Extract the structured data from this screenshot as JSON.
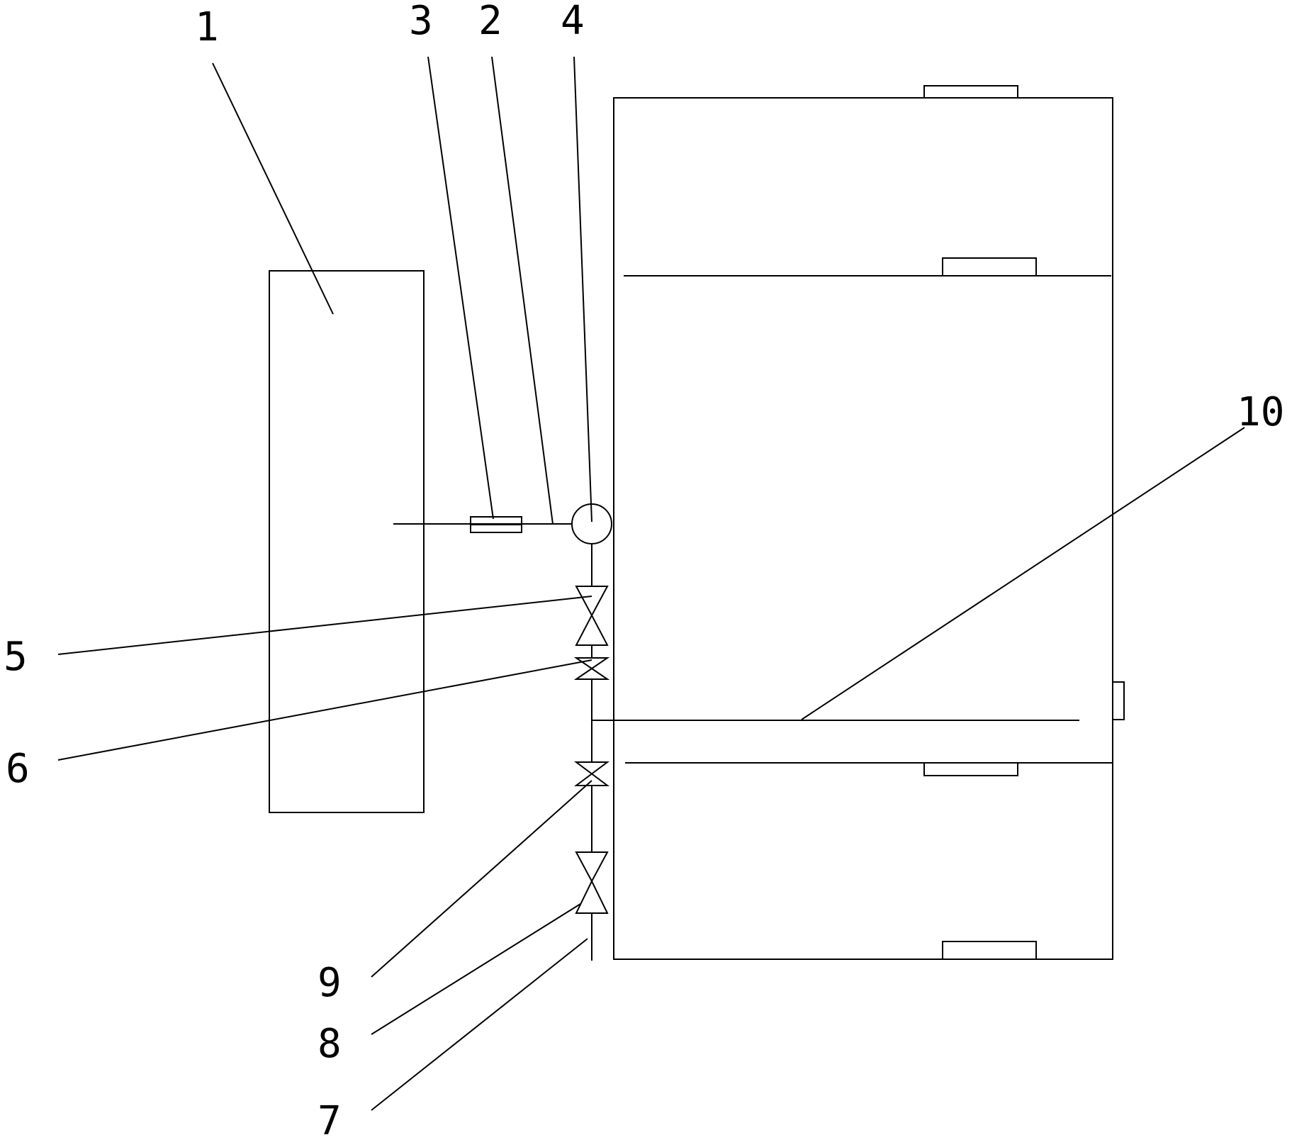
{
  "colors": {
    "background": "#ffffff",
    "line": "#000000"
  },
  "labels": {
    "l1": "1",
    "l2": "2",
    "l3": "3",
    "l4": "4",
    "l5": "5",
    "l6": "6",
    "l7": "7",
    "l8": "8",
    "l9": "9",
    "l10": "10"
  }
}
